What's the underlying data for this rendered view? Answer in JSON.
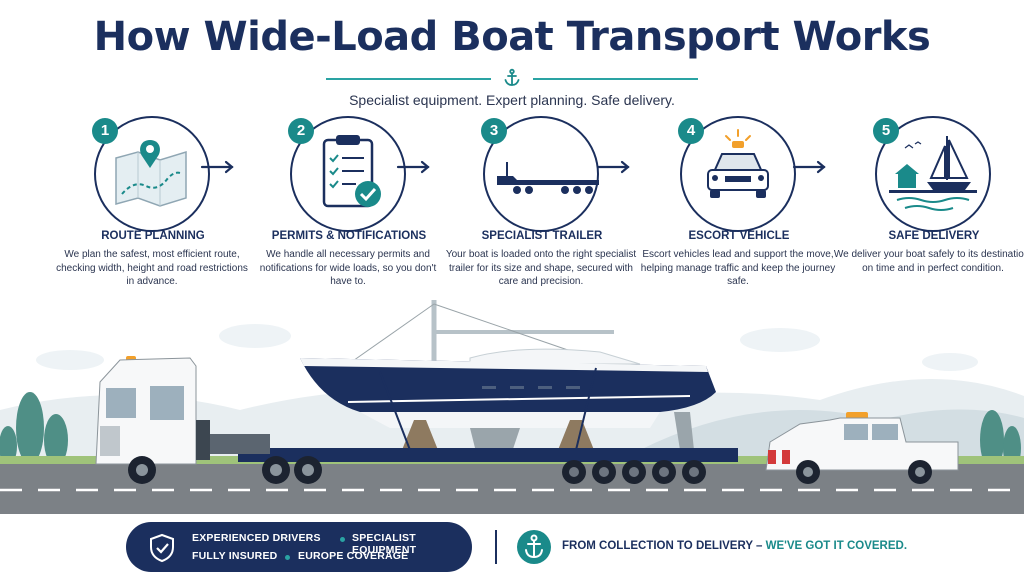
{
  "title": "How Wide-Load Boat Transport Works",
  "subtitle": "Specialist equipment. Expert planning. Safe delivery.",
  "steps": [
    {
      "number": "1",
      "heading": "ROUTE PLANNING",
      "description": "We plan the safest, most efficient route, checking width, height and road restrictions in advance.",
      "icon": "map-pin-icon"
    },
    {
      "number": "2",
      "heading": "PERMITS & NOTIFICATIONS",
      "description": "We handle all necessary permits and notifications for wide loads, so you don't have to.",
      "icon": "clipboard-check-icon"
    },
    {
      "number": "3",
      "heading": "SPECIALIST TRAILER",
      "description": "Your boat is loaded onto the right specialist trailer for its size and shape, secured with care and precision.",
      "icon": "trailer-icon"
    },
    {
      "number": "4",
      "heading": "ESCORT VEHICLE",
      "description": "Escort vehicles lead and support the move, helping manage traffic and keep the journey safe.",
      "icon": "escort-car-icon"
    },
    {
      "number": "5",
      "heading": "SAFE DELIVERY",
      "description": "We deliver your boat safely to its destination, on time and in perfect condition.",
      "icon": "sailboat-icon"
    }
  ],
  "footer": {
    "features": [
      "EXPERIENCED DRIVERS",
      "SPECIALIST EQUIPMENT",
      "FULLY INSURED",
      "EUROPE COVERAGE"
    ],
    "tagline_main": "FROM COLLECTION TO DELIVERY –",
    "tagline_accent": "WE'VE GOT IT COVERED."
  },
  "colors": {
    "navy": "#1b2f5e",
    "teal": "#1a8a8a",
    "accent": "#2aa3a3"
  }
}
